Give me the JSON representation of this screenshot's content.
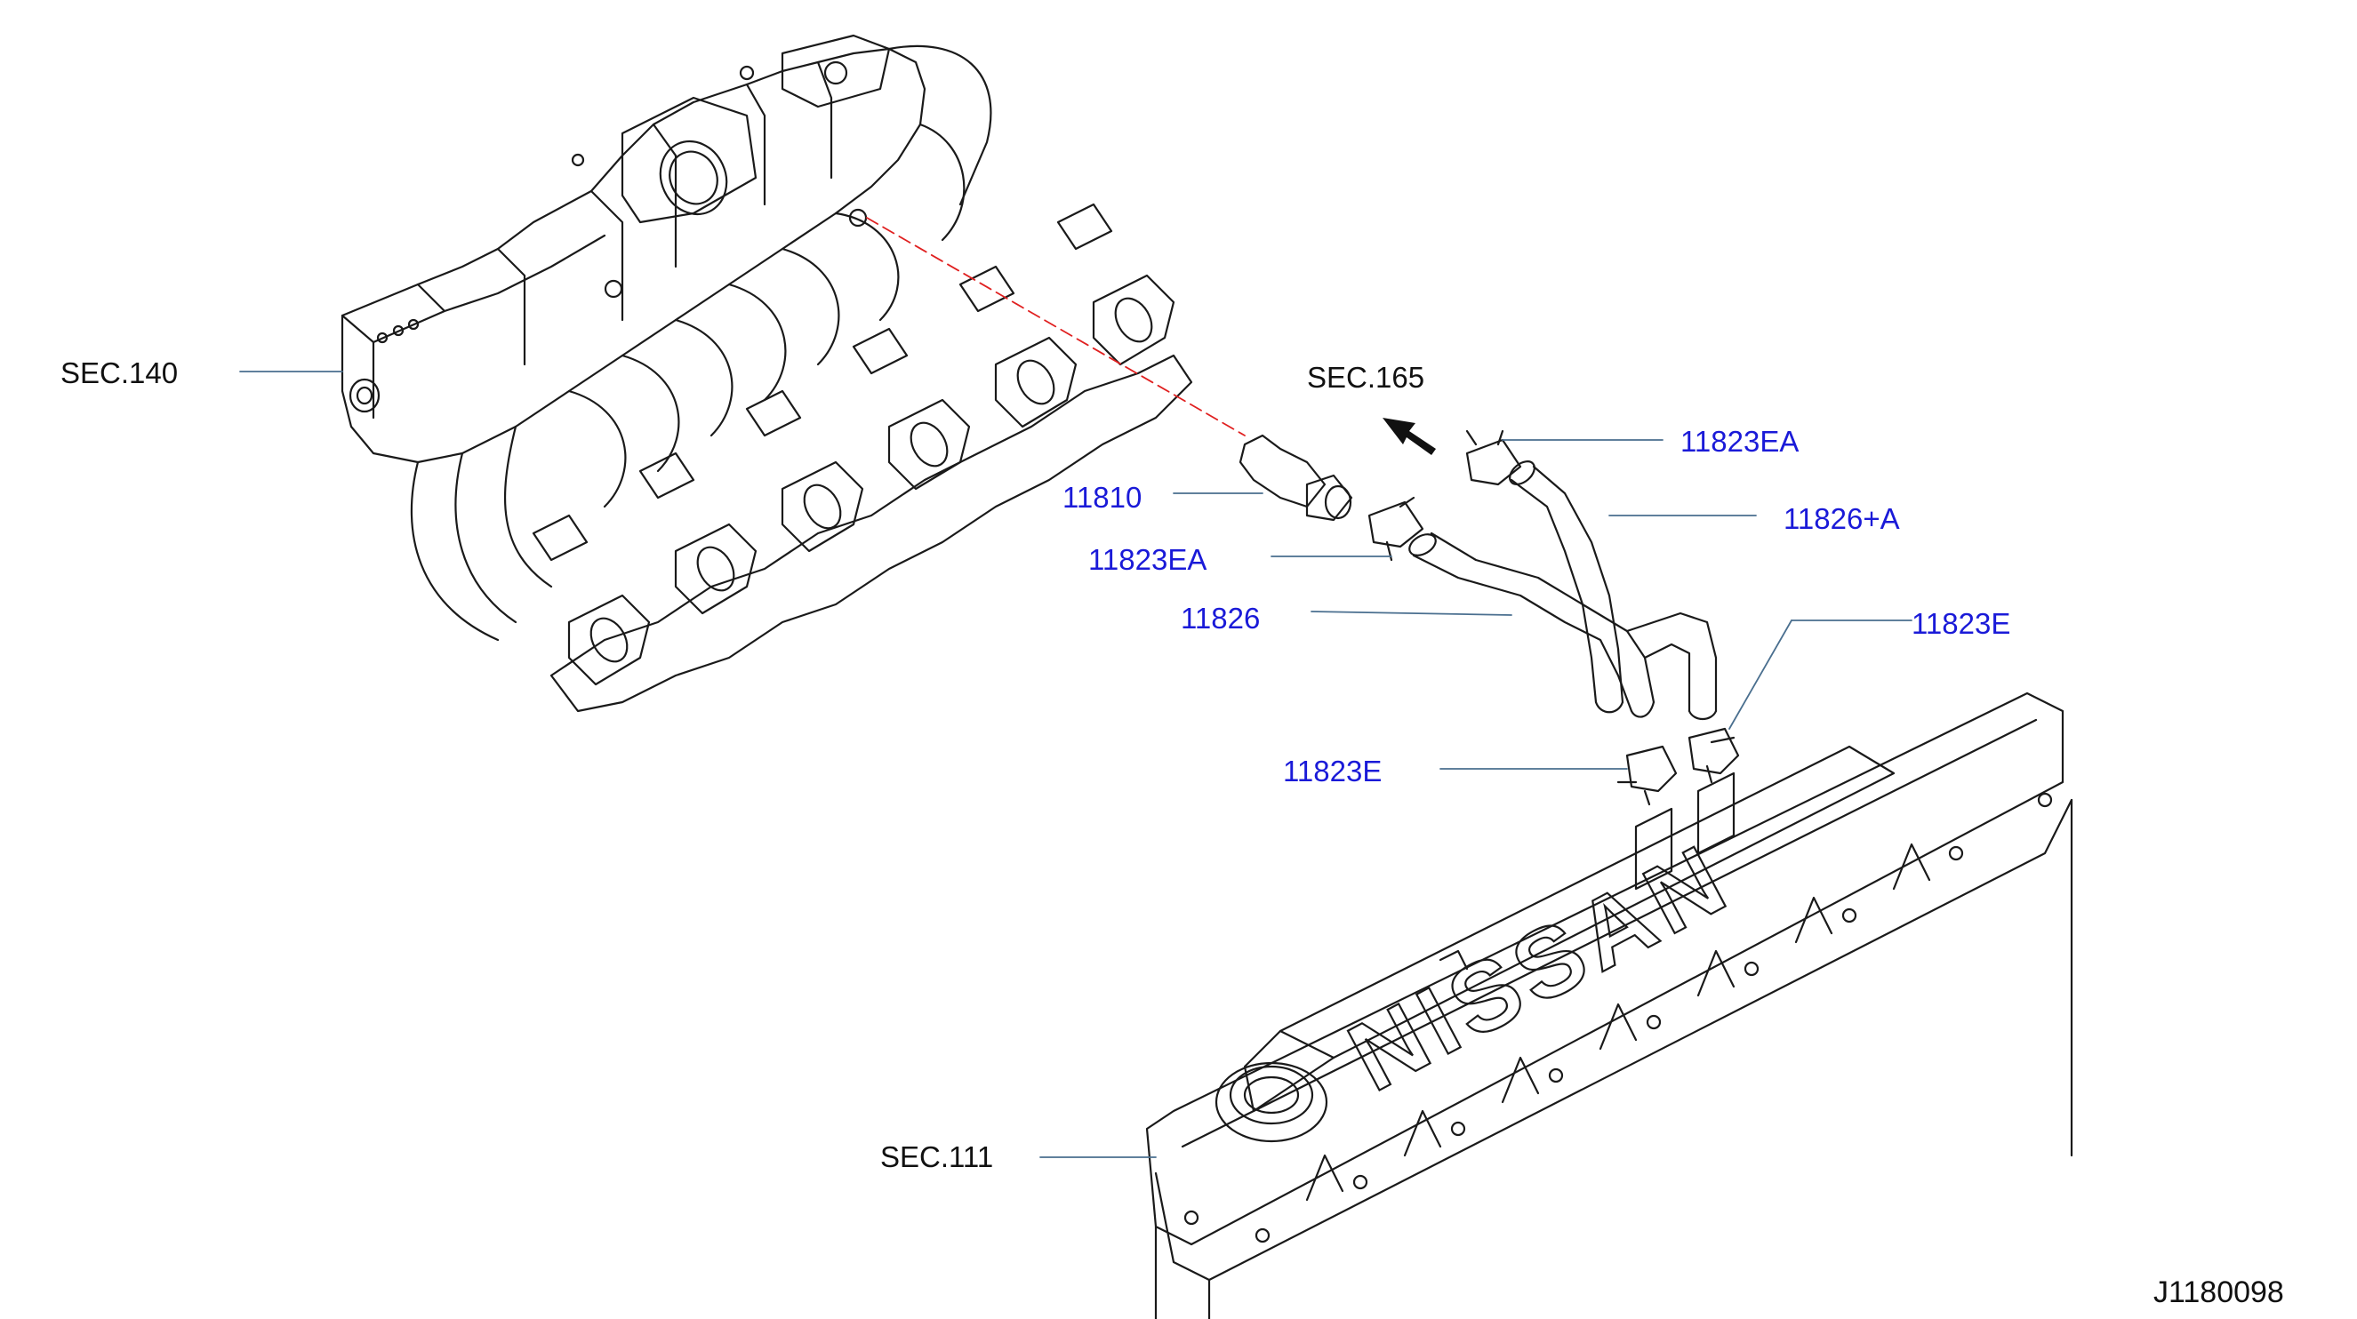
{
  "diagram_id": "J1180098",
  "colors": {
    "line": "#1a1a1a",
    "leader": "#4a6f8f",
    "part_label": "#1a1ad8",
    "ref_label": "#111111",
    "dashed": "#e02020"
  },
  "section_refs": {
    "sec140": "SEC.140",
    "sec165": "SEC.165",
    "sec111": "SEC.111"
  },
  "parts": {
    "p11810": "11810",
    "p11823ea_left": "11823EA",
    "p11826": "11826",
    "p11823ea_top": "11823EA",
    "p11826a": "11826+A",
    "p11823e_right": "11823E",
    "p11823e_left": "11823E"
  },
  "embossed_text": "NISSAN",
  "icons": [
    "direction-arrow-icon"
  ]
}
